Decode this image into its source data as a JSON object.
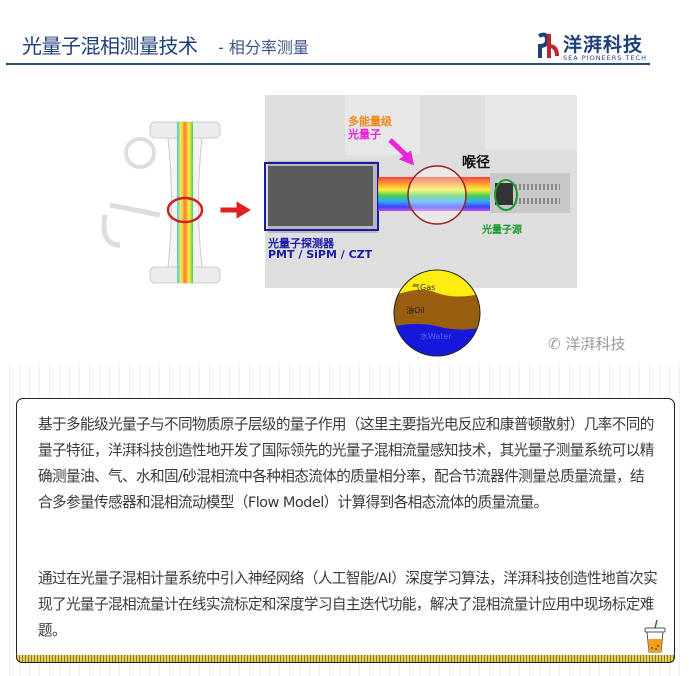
{
  "header": {
    "title": "光量子混相测量技术",
    "subtitle": "-  相分率测量",
    "logo_cn": "洋湃科技",
    "logo_en": "SEA PIONEERS TECH"
  },
  "figure": {
    "label_multi_energy": "多能量级",
    "label_photon": "光量子",
    "label_throat": "喉径",
    "label_detector": "光量子探测器",
    "label_detector_types": "PMT / SiPM / CZT",
    "label_source": "光量子源",
    "phase_gas": "气Gas",
    "phase_oil": "油Oil",
    "phase_water": "水Water",
    "watermark": "洋湃科技"
  },
  "body": {
    "paragraph1": "基于多能级光量子与不同物质原子层级的量子作用（这里主要指光电反应和康普顿散射）几率不同的量子特征，洋湃科技创造性地开发了国际领先的光量子混相流量感知技术，其光量子测量系统可以精确测量油、气、水和固/砂混相流中各种相态流体的质量相分率，配合节流器件测量总质量流量，结合多参量传感器和混相流动模型（Flow Model）计算得到各相态流体的质量流量。",
    "paragraph2": "通过在光量子混相计量系统中引入神经网络（人工智能/AI）深度学习算法，洋湃科技创造性地首次实现了光量子混相流量计在线实流标定和深度学习自主迭代功能，解决了混相流量计应用中现场标定难题。"
  },
  "colors": {
    "title": "#1f3f78",
    "accent_red": "#c0242c",
    "detector_blue": "#1a1aa8",
    "source_green": "#1a9a2a",
    "photon_magenta": "#ee22dd"
  }
}
